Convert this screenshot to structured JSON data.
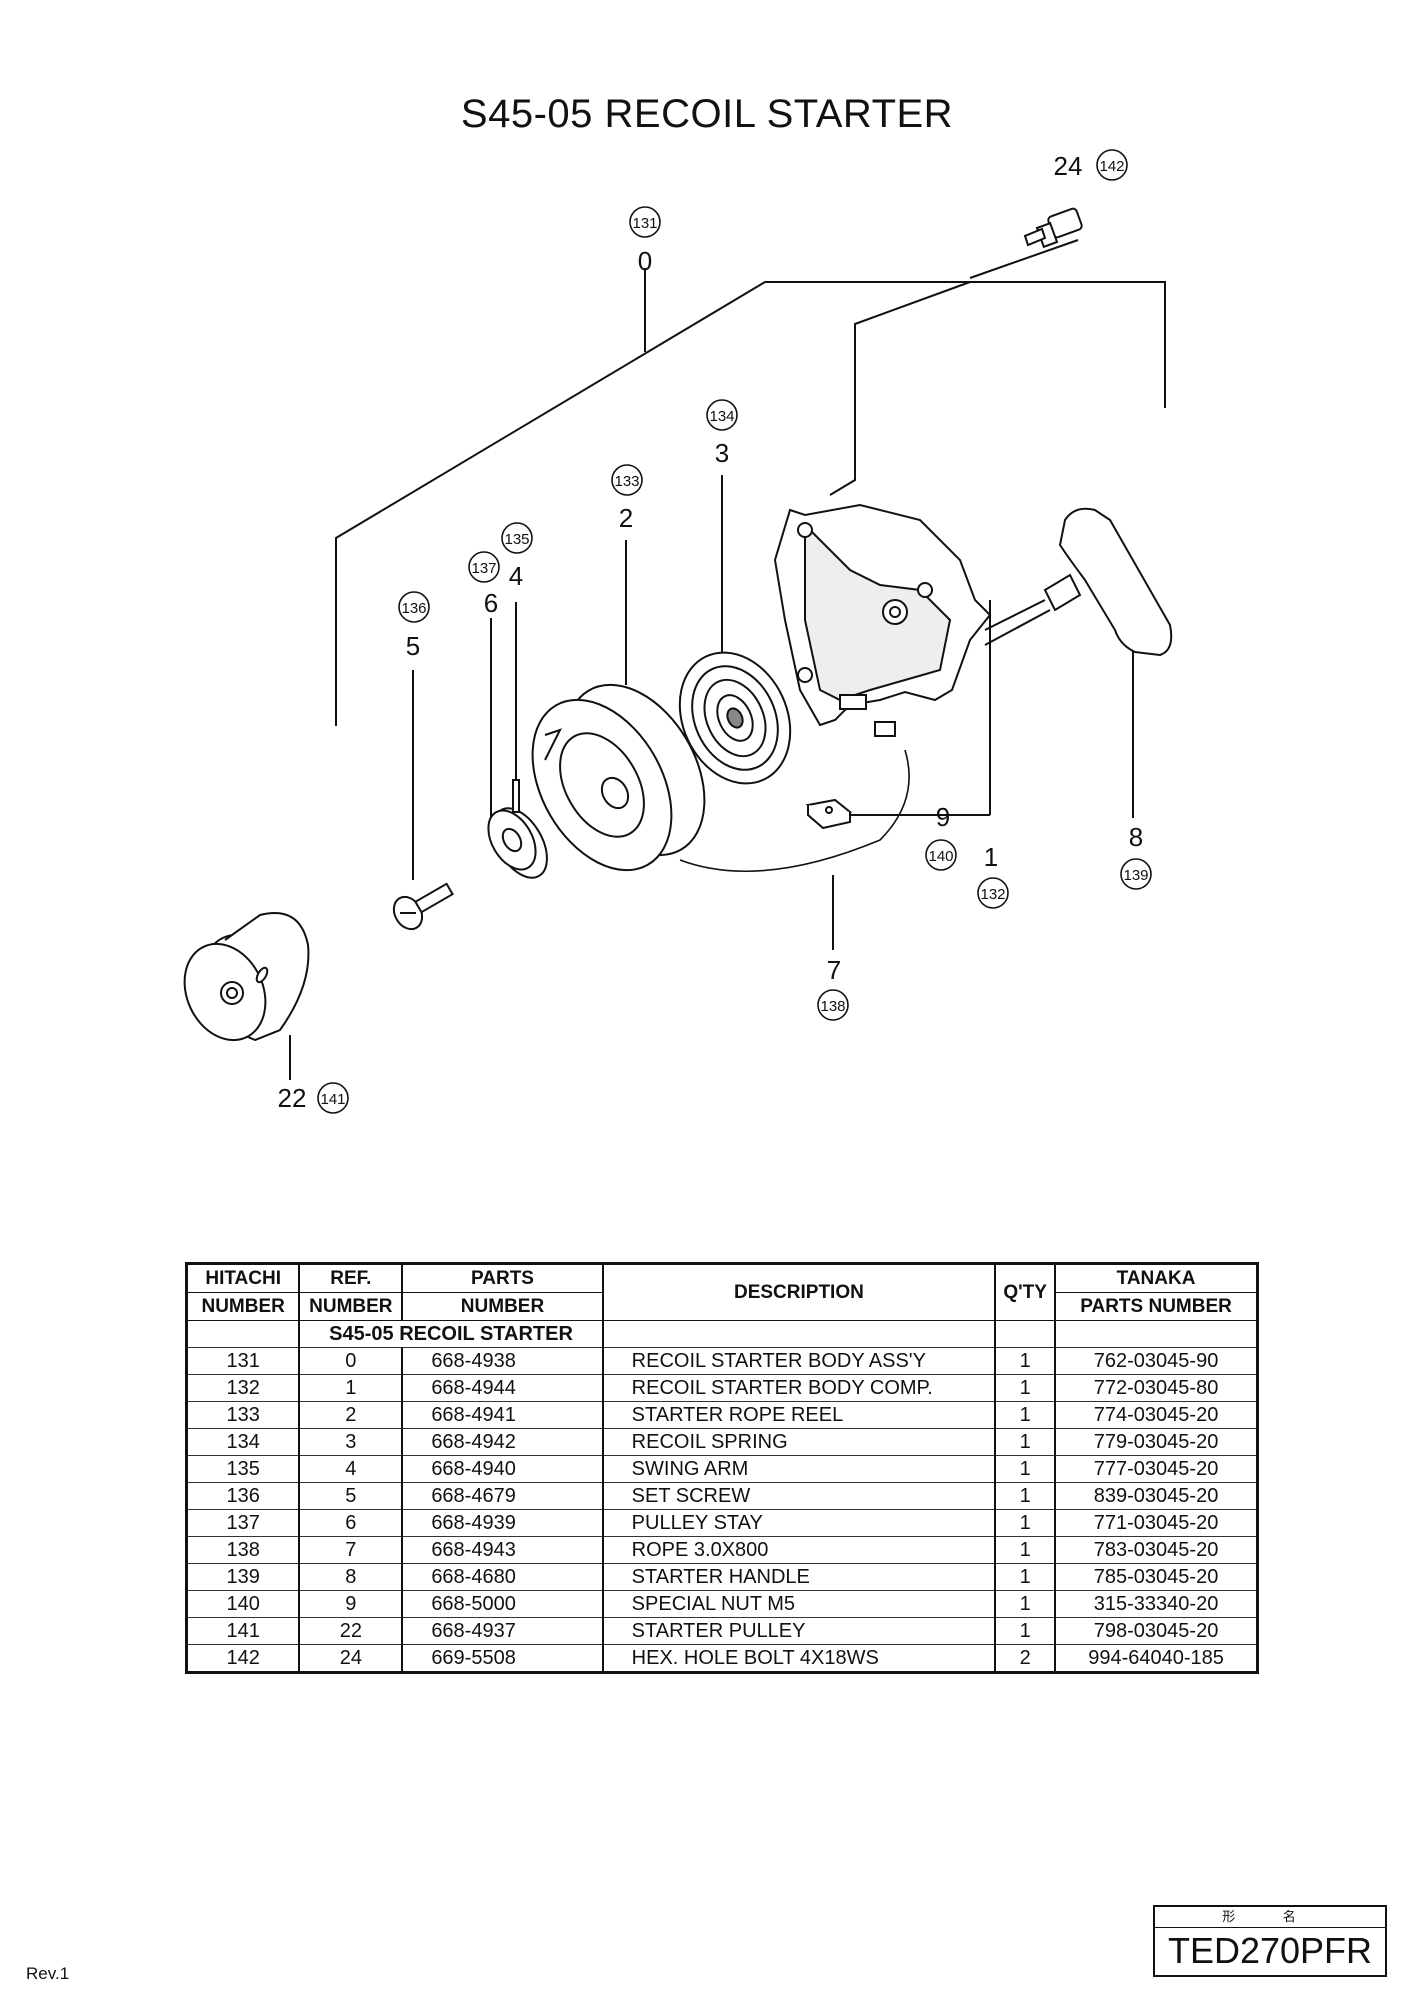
{
  "title": "S45-05 RECOIL STARTER",
  "callouts": [
    {
      "ref": "24",
      "hitachi": "142"
    },
    {
      "ref": "0",
      "hitachi": "131"
    },
    {
      "ref": "3",
      "hitachi": "134"
    },
    {
      "ref": "2",
      "hitachi": "133"
    },
    {
      "ref": "4",
      "hitachi": "135"
    },
    {
      "ref": "6",
      "hitachi": "137"
    },
    {
      "ref": "5",
      "hitachi": "136"
    },
    {
      "ref": "9",
      "hitachi": "140"
    },
    {
      "ref": "1",
      "hitachi": "132"
    },
    {
      "ref": "8",
      "hitachi": "139"
    },
    {
      "ref": "7",
      "hitachi": "138"
    },
    {
      "ref": "22",
      "hitachi": "141"
    }
  ],
  "table": {
    "headers": {
      "hitachi_top": "HITACHI",
      "hitachi_bottom": "NUMBER",
      "ref_top": "REF.",
      "ref_bottom": "NUMBER",
      "parts_top": "PARTS",
      "parts_bottom": "NUMBER",
      "description": "DESCRIPTION",
      "qty": "Q'TY",
      "tanaka_top": "TANAKA",
      "tanaka_bottom": "PARTS NUMBER"
    },
    "section": "S45-05  RECOIL STARTER",
    "rows": [
      {
        "hitachi": "131",
        "ref": "0",
        "part": "668-4938",
        "desc": "RECOIL STARTER BODY ASS'Y",
        "qty": "1",
        "tanaka": "762-03045-90"
      },
      {
        "hitachi": "132",
        "ref": "1",
        "part": "668-4944",
        "desc": "RECOIL STARTER BODY COMP.",
        "qty": "1",
        "tanaka": "772-03045-80"
      },
      {
        "hitachi": "133",
        "ref": "2",
        "part": "668-4941",
        "desc": "STARTER ROPE REEL",
        "qty": "1",
        "tanaka": "774-03045-20"
      },
      {
        "hitachi": "134",
        "ref": "3",
        "part": "668-4942",
        "desc": "RECOIL SPRING",
        "qty": "1",
        "tanaka": "779-03045-20"
      },
      {
        "hitachi": "135",
        "ref": "4",
        "part": "668-4940",
        "desc": "SWING ARM",
        "qty": "1",
        "tanaka": "777-03045-20"
      },
      {
        "hitachi": "136",
        "ref": "5",
        "part": "668-4679",
        "desc": "SET SCREW",
        "qty": "1",
        "tanaka": "839-03045-20"
      },
      {
        "hitachi": "137",
        "ref": "6",
        "part": "668-4939",
        "desc": "PULLEY STAY",
        "qty": "1",
        "tanaka": "771-03045-20"
      },
      {
        "hitachi": "138",
        "ref": "7",
        "part": "668-4943",
        "desc": "ROPE 3.0X800",
        "qty": "1",
        "tanaka": "783-03045-20"
      },
      {
        "hitachi": "139",
        "ref": "8",
        "part": "668-4680",
        "desc": "STARTER HANDLE",
        "qty": "1",
        "tanaka": "785-03045-20"
      },
      {
        "hitachi": "140",
        "ref": "9",
        "part": "668-5000",
        "desc": "SPECIAL NUT M5",
        "qty": "1",
        "tanaka": "315-33340-20"
      },
      {
        "hitachi": "141",
        "ref": "22",
        "part": "668-4937",
        "desc": "STARTER PULLEY",
        "qty": "1",
        "tanaka": "798-03045-20"
      },
      {
        "hitachi": "142",
        "ref": "24",
        "part": "669-5508",
        "desc": "HEX. HOLE BOLT 4X18WS",
        "qty": "2",
        "tanaka": "994-64040-185"
      }
    ]
  },
  "footer": {
    "rev": "Rev.1",
    "model_label": "形 名",
    "model": "TED270PFR"
  }
}
